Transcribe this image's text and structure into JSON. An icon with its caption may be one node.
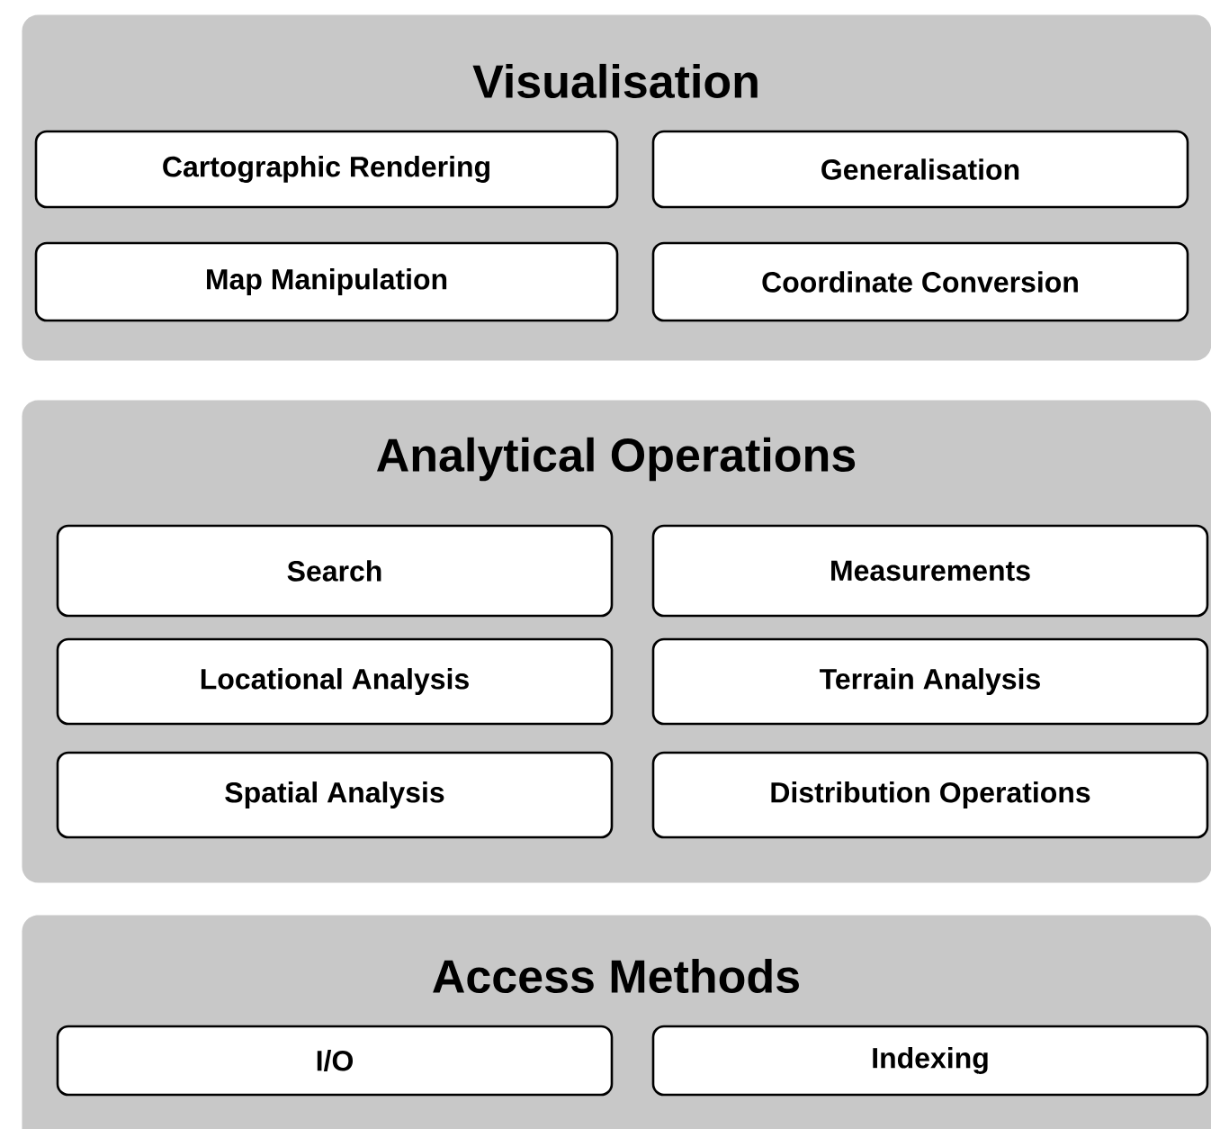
{
  "diagram": {
    "nodes": [
      {
        "text": [
          "Visualisation"
        ]
      },
      {
        "text": [
          "Cartographic Rendering"
        ],
        "in": 0
      },
      {
        "text": [
          "Generalisation"
        ],
        "in": 0
      },
      {
        "text": [
          "Map Manipulation"
        ],
        "in": 0
      },
      {
        "text": [
          "Coordinate Conversion"
        ],
        "in": 0
      },
      {
        "text": [
          "Analytical Operations"
        ]
      },
      {
        "text": [
          "Search"
        ],
        "in": 5
      },
      {
        "text": [
          "Measurements"
        ],
        "in": 5
      },
      {
        "text": [
          "Locational Analysis"
        ],
        "in": 5
      },
      {
        "text": [
          "Terrain Analysis"
        ],
        "in": 5
      },
      {
        "text": [
          "Spatial Analysis"
        ],
        "in": 5
      },
      {
        "text": [
          "Distribution Operations"
        ],
        "in": 5
      },
      {
        "text": [
          "Access Methods"
        ]
      },
      {
        "text": [
          "I/O"
        ],
        "in": 12
      },
      {
        "text": [
          "Indexing"
        ],
        "in": 12
      }
    ]
  }
}
